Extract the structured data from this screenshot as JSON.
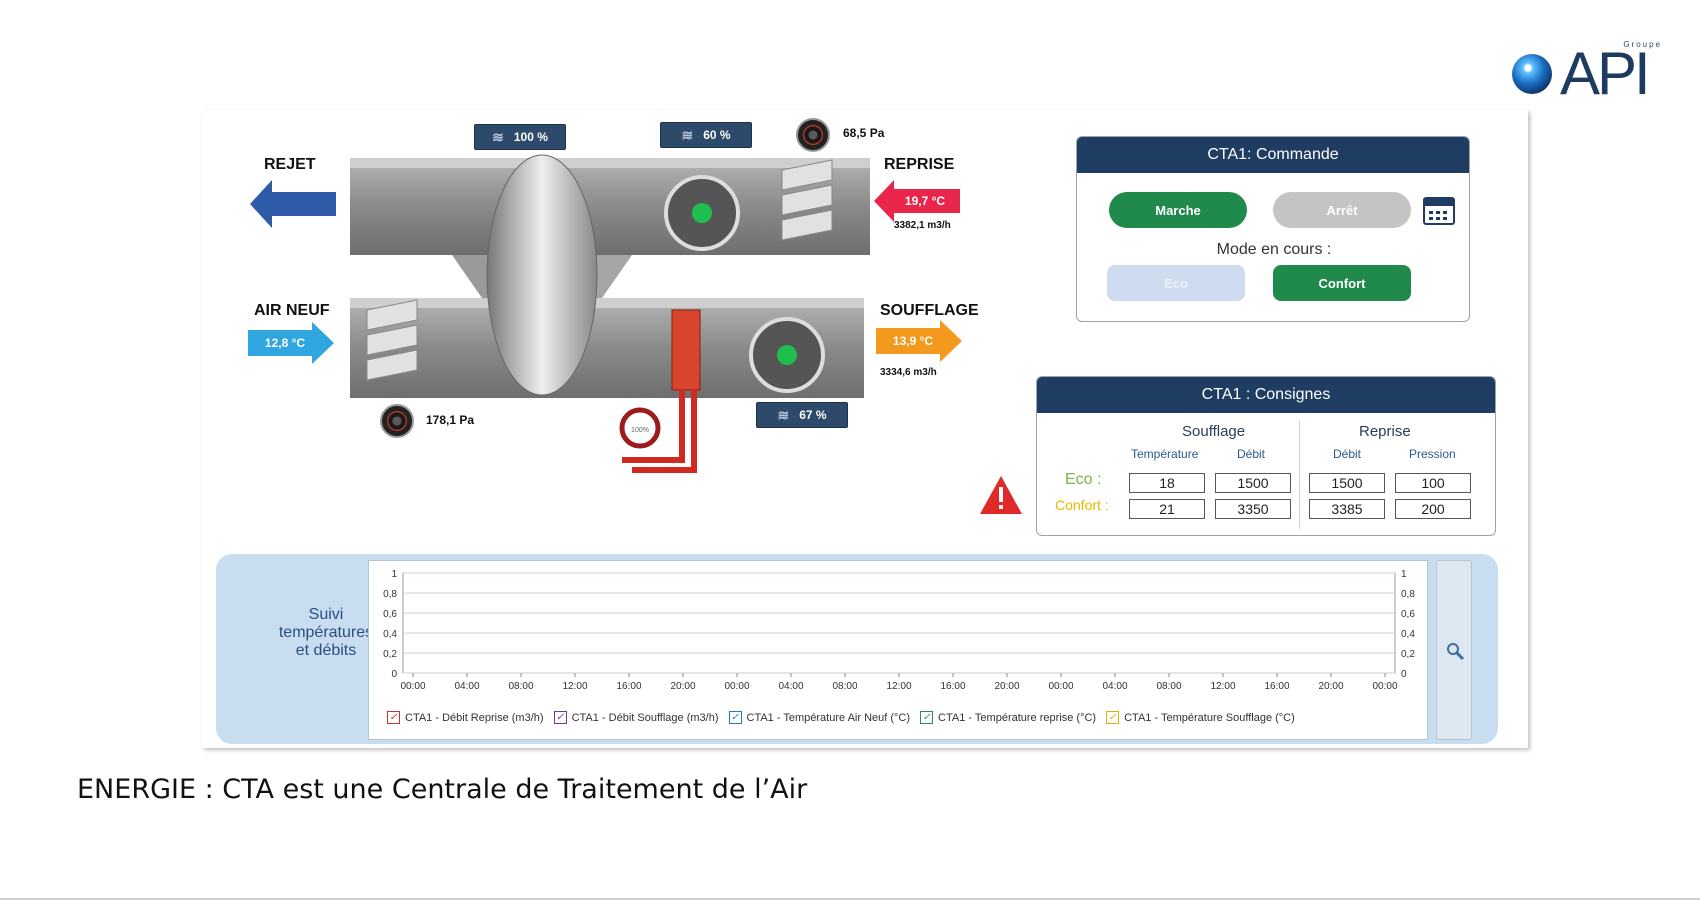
{
  "logo": {
    "groupe": "Groupe",
    "name": "API"
  },
  "diagram": {
    "rejet_label": "REJET",
    "reprise_label": "REPRISE",
    "air_neuf_label": "AIR NEUF",
    "soufflage_label": "SOUFFLAGE",
    "damper_top_left": "100 %",
    "damper_top_mid": "60 %",
    "damper_bottom": "67 %",
    "pressure_top": "68,5 Pa",
    "pressure_bottom": "178,1 Pa",
    "reprise_temp": "19,7 °C",
    "reprise_flow": "3382,1 m3/h",
    "air_neuf_temp": "12,8 °C",
    "soufflage_temp": "13,9 °C",
    "soufflage_flow": "3334,6 m3/h",
    "valve_pct": "100%"
  },
  "commande": {
    "title": "CTA1: Commande",
    "marche": "Marche",
    "arret": "Arrêt",
    "mode_label": "Mode en cours :",
    "eco": "Eco",
    "confort": "Confort"
  },
  "consignes": {
    "title": "CTA1 : Consignes",
    "soufflage": "Soufflage",
    "reprise": "Reprise",
    "temperature": "Température",
    "debit": "Débit",
    "debit2": "Débit",
    "pression": "Pression",
    "eco_label": "Eco :",
    "confort_label": "Confort :",
    "eco_values": [
      "18",
      "1500",
      "1500",
      "100"
    ],
    "confort_values": [
      "21",
      "3350",
      "3385",
      "200"
    ]
  },
  "chart_panel": {
    "title_lines": [
      "Suivi",
      "températures",
      "et débits"
    ]
  },
  "chart_data": {
    "type": "line",
    "x": [
      "00:00",
      "04:00",
      "08:00",
      "12:00",
      "16:00",
      "20:00",
      "00:00",
      "04:00",
      "08:00",
      "12:00",
      "16:00",
      "20:00",
      "00:00",
      "04:00",
      "08:00",
      "12:00",
      "16:00",
      "20:00",
      "00:00"
    ],
    "yticks": [
      "0",
      "0,2",
      "0,4",
      "0,6",
      "0,8",
      "1"
    ],
    "ylim": [
      0,
      1
    ],
    "grid": true,
    "series": [
      {
        "name": "CTA1 - Débit Reprise (m3/h)",
        "color": "#c0392b",
        "values": []
      },
      {
        "name": "CTA1 - Débit Soufflage (m3/h)",
        "color": "#6a3d9a",
        "values": []
      },
      {
        "name": "CTA1 - Température Air Neuf (°C)",
        "color": "#2a7ab0",
        "values": []
      },
      {
        "name": "CTA1 - Température reprise (°C)",
        "color": "#2e8b57",
        "values": []
      },
      {
        "name": "CTA1 - Température Soufflage (°C)",
        "color": "#e1b100",
        "values": []
      }
    ]
  },
  "caption": "ENERGIE : CTA est une Centrale de Traitement de l’Air",
  "colors": {
    "navy": "#1f3d63",
    "green": "#1f8a4c",
    "grey": "#c4c4c4",
    "light_blue": "#cfdcf0",
    "eco_text": "#7cb342",
    "confort_text": "#e6b800"
  }
}
